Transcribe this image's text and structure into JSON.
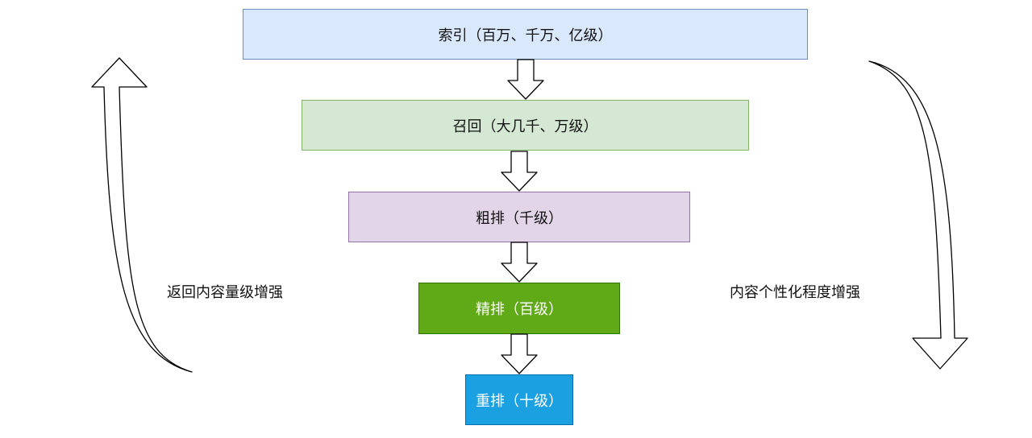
{
  "stages": [
    {
      "label": "索引（百万、千万、亿级）",
      "fill": "#dae8fc",
      "stroke": "#6c8ebf"
    },
    {
      "label": "召回（大几千、万级）",
      "fill": "#d5e8d4",
      "stroke": "#82b366"
    },
    {
      "label": "粗排（千级）",
      "fill": "#e1d5e7",
      "stroke": "#9673a6"
    },
    {
      "label": "精排（百级）",
      "fill": "#60a917",
      "stroke": "#2d7600"
    },
    {
      "label": "重排（十级）",
      "fill": "#1ba1e2",
      "stroke": "#006eaf"
    }
  ],
  "side_labels": {
    "left": "返回内容量级增强",
    "right": "内容个性化程度增强"
  },
  "icons": {
    "stage_arrow": "hollow-down-arrow",
    "left_curve": "curved-up-arrow",
    "right_curve": "curved-down-arrow"
  }
}
